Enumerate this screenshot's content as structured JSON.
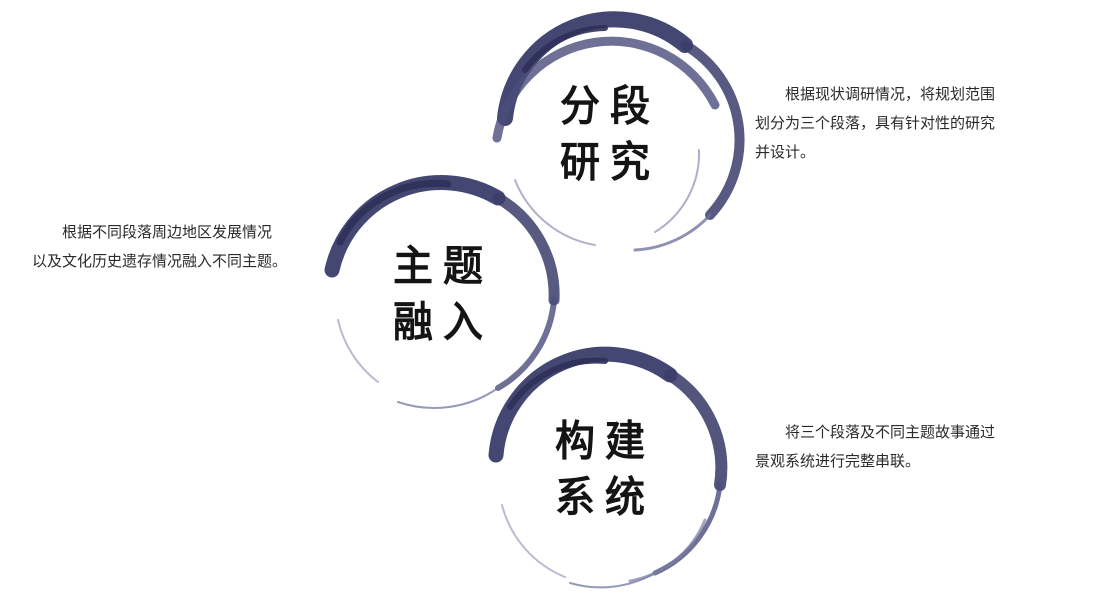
{
  "colors": {
    "ink": "#3b3d6b",
    "ink_light": "#6a6d9a",
    "text": "#2a2a2a"
  },
  "nodes": [
    {
      "title_line1": "分段",
      "title_line2": "研究",
      "desc_line1": "根据现状调研情况，将规划范围",
      "desc_line2": "划分为三个段落，具有针对性的研究",
      "desc_line3": "并设计。"
    },
    {
      "title_line1": "主题",
      "title_line2": "融入",
      "desc_line1": "根据不同段落周边地区发展情况",
      "desc_line2": "以及文化历史遗存情况融入不同主题。"
    },
    {
      "title_line1": "构建",
      "title_line2": "系统",
      "desc_line1": "将三个段落及不同主题故事通过",
      "desc_line2": "景观系统进行完整串联。"
    }
  ]
}
